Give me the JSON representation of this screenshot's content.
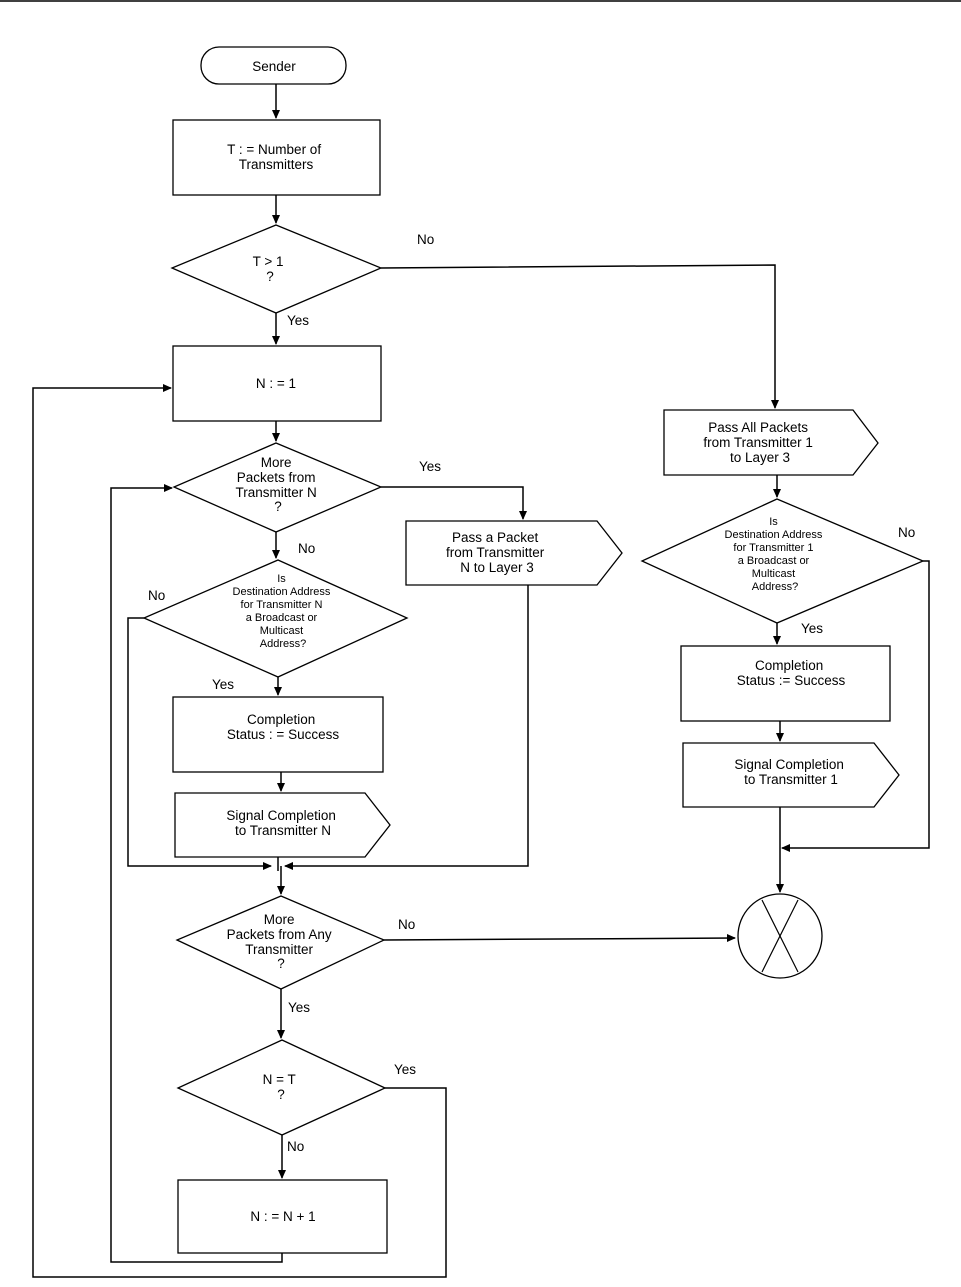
{
  "nodes": {
    "sender": "Sender",
    "set_t": [
      "T : = Number of",
      "Transmitters"
    ],
    "t_gt_1": [
      "T > 1",
      "?"
    ],
    "n_eq_1": "N : = 1",
    "more_packets_n": [
      "More",
      "Packets from",
      "Transmitter N",
      "?"
    ],
    "pass_packet_n": [
      "Pass a Packet",
      "from Transmitter",
      "N to Layer 3"
    ],
    "dest_n": [
      "Is",
      "Destination Address",
      "for Transmitter N",
      "a Broadcast or",
      "Multicast",
      "Address?"
    ],
    "completion_n": [
      "Completion",
      "Status : = Success"
    ],
    "signal_n": [
      "Signal Completion",
      "to Transmitter N"
    ],
    "more_any": [
      "More",
      "Packets from Any",
      "Transmitter",
      "?"
    ],
    "n_eq_t": [
      "N = T",
      "?"
    ],
    "n_inc": "N : = N + 1",
    "pass_all_1": [
      "Pass All Packets",
      "from Transmitter 1",
      "to Layer 3"
    ],
    "dest_1": [
      "Is",
      "Destination Address",
      "for Transmitter 1",
      "a Broadcast or",
      "Multicast",
      "Address?"
    ],
    "completion_1": [
      "Completion",
      "Status := Success"
    ],
    "signal_1": [
      "Signal Completion",
      "to Transmitter 1"
    ]
  },
  "edge_labels": {
    "t_no": "No",
    "t_yes": "Yes",
    "more_n_yes": "Yes",
    "more_n_no": "No",
    "dest_n_no": "No",
    "dest_n_yes": "Yes",
    "dest_1_no": "No",
    "dest_1_yes": "Yes",
    "more_any_no": "No",
    "more_any_yes": "Yes",
    "n_eq_t_yes": "Yes",
    "n_eq_t_no": "No"
  }
}
